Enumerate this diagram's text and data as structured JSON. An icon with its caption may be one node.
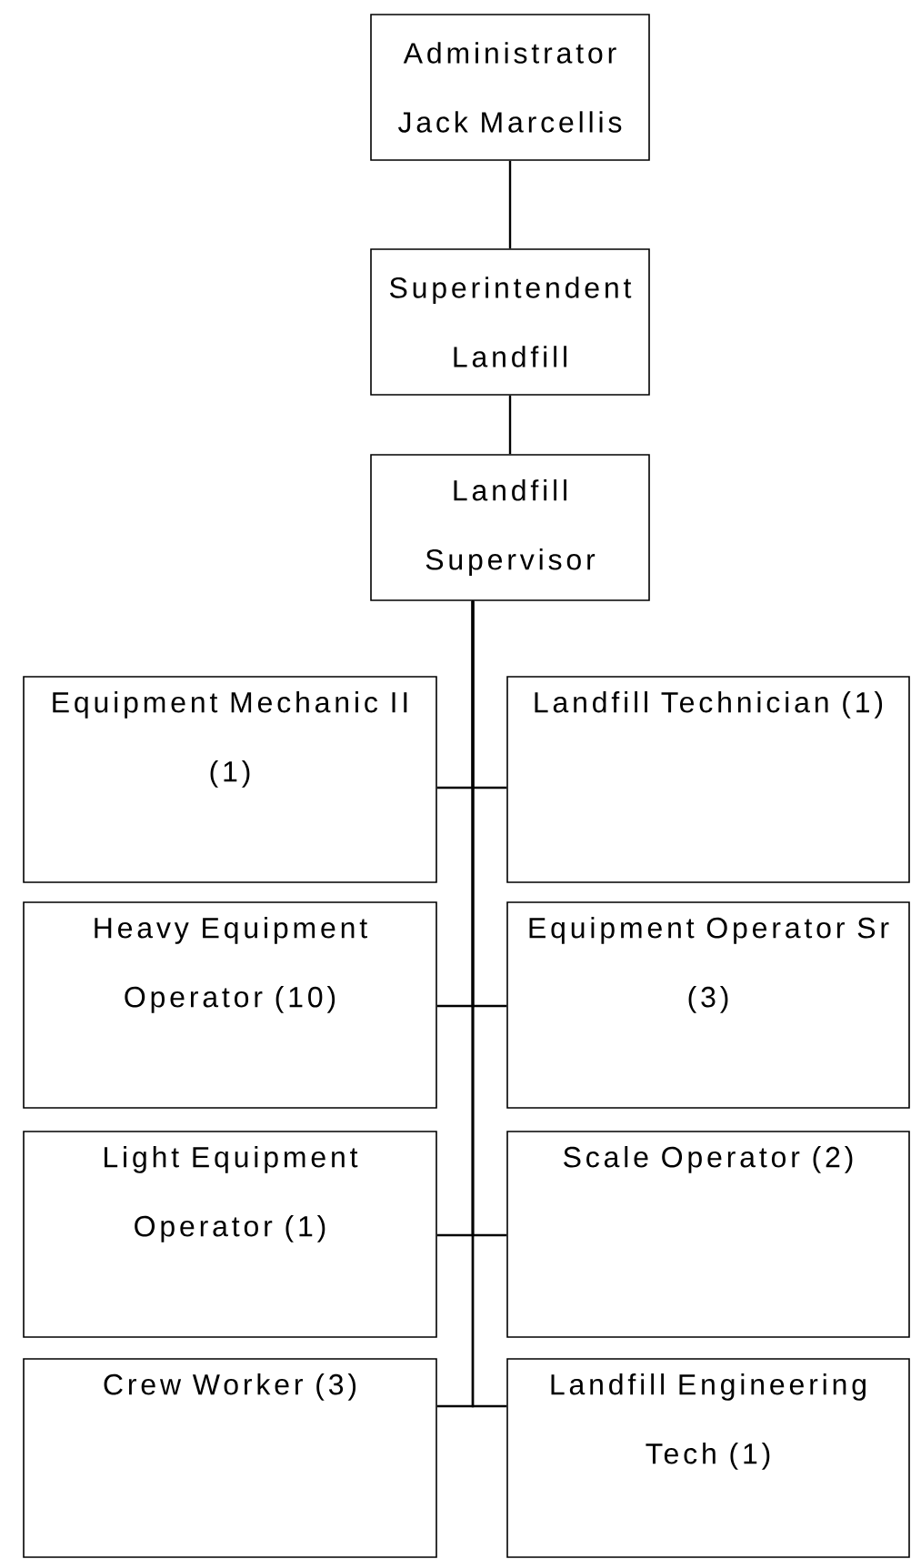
{
  "diagram": {
    "nodes": [
      {
        "text": [
          "Administrator Jack Marcellis"
        ]
      },
      {
        "text": [
          "Superintendent Landfill"
        ]
      },
      {
        "text": [
          "Landfill Supervisor"
        ]
      },
      {
        "text": [
          "Equipment Mechanic II (1)"
        ]
      },
      {
        "text": [
          "Landfill Technician (1)"
        ]
      },
      {
        "text": [
          "Heavy Equipment Operator (10)"
        ]
      },
      {
        "text": [
          "Equipment Operator Sr (3)"
        ]
      },
      {
        "text": [
          "Light Equipment Operator (1)"
        ]
      },
      {
        "text": [
          "Scale Operator (2)"
        ]
      },
      {
        "text": [
          "Crew Worker (3)"
        ]
      },
      {
        "text": [
          "Landfill Engineering Tech (1)"
        ]
      }
    ],
    "edges": [
      {
        "from": 0,
        "to": 1,
        "arrow": "none"
      },
      {
        "from": 1,
        "to": 2,
        "arrow": "none"
      },
      {
        "from": 2,
        "to": 3,
        "arrow": "none"
      },
      {
        "from": 2,
        "to": 4,
        "arrow": "none"
      },
      {
        "from": 2,
        "to": 5,
        "arrow": "none"
      },
      {
        "from": 2,
        "to": 6,
        "arrow": "none"
      },
      {
        "from": 2,
        "to": 7,
        "arrow": "none"
      },
      {
        "from": 2,
        "to": 8,
        "arrow": "none"
      },
      {
        "from": 2,
        "to": 9,
        "arrow": "none"
      },
      {
        "from": 2,
        "to": 10,
        "arrow": "none"
      }
    ]
  }
}
